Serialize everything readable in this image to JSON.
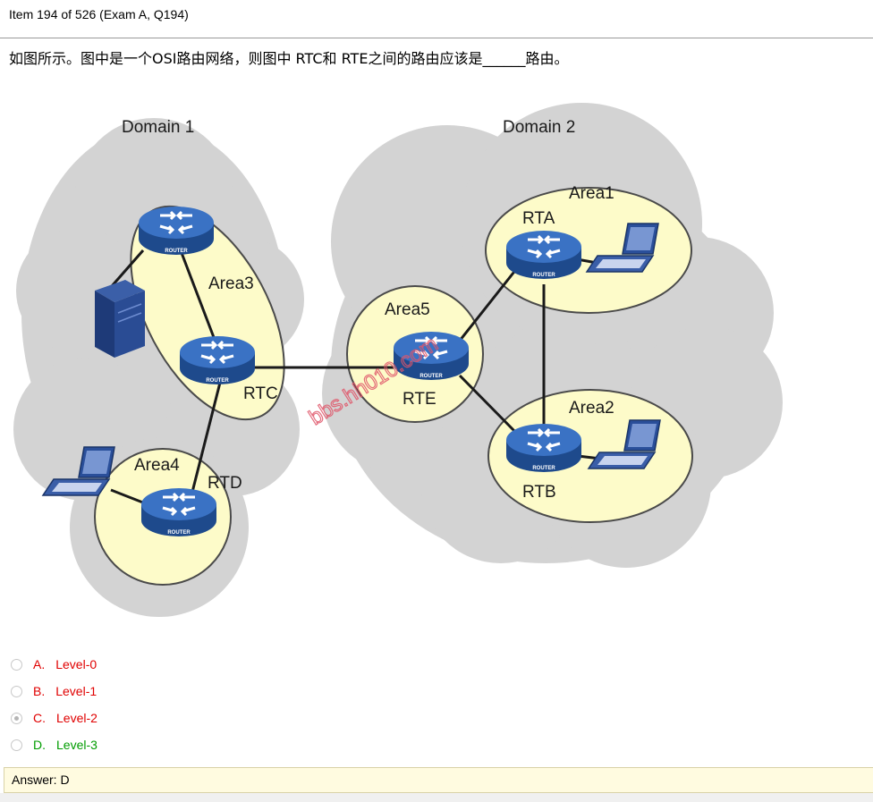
{
  "header": {
    "item_text": "Item 194 of 526  (Exam A, Q194)"
  },
  "question": {
    "text": "如图所示。图中是一个OSI路由网络，则图中 RTC和 RTE之间的路由应该是______路由。"
  },
  "diagram": {
    "domains": [
      "Domain 1",
      "Domain 2"
    ],
    "areas": [
      "Area1",
      "Area2",
      "Area3",
      "Area4",
      "Area5"
    ],
    "routers": [
      "RTA",
      "RTB",
      "RTC",
      "RTD",
      "RTE"
    ],
    "router_badge": "ROUTER",
    "watermark": "bbs.hh010.com",
    "colors": {
      "cloud": "#d3d3d3",
      "area": "#fdfbc9",
      "router": "#2a5ca8",
      "link": "#1a1a1a"
    }
  },
  "options": [
    {
      "letter": "A.",
      "label": "Level-0",
      "selected": false
    },
    {
      "letter": "B.",
      "label": "Level-1",
      "selected": false
    },
    {
      "letter": "C.",
      "label": "Level-2",
      "selected": true
    },
    {
      "letter": "D.",
      "label": "Level-3",
      "selected": false
    }
  ],
  "answer": {
    "text": "Answer: D"
  }
}
